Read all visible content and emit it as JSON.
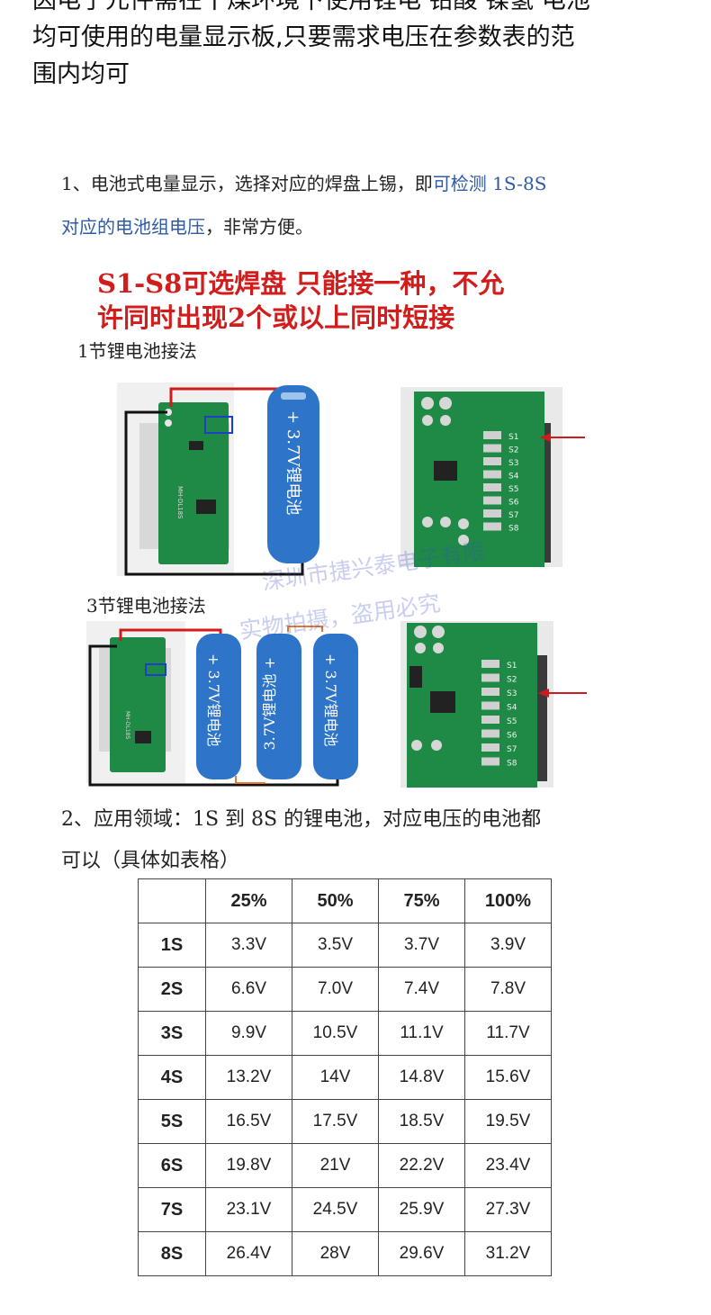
{
  "intro": {
    "line1": "因电子元件需在干燥环境下使用锂电 铅酸 镍氢 电池",
    "line2": "均可使用的电量显示板,只要需求电压在参数表的范",
    "line3": "围内均可"
  },
  "section1": {
    "text_a": "1、电池式电量显示，选择对应的焊盘上锡，即",
    "text_b": "可检测 1S-8S",
    "text_c": "对应的电池组电压",
    "text_d": "，非常方便。"
  },
  "warning": {
    "line1": "S1-S8可选焊盘 只能接一种，不允",
    "line2": "许同时出现2个或以上同时短接"
  },
  "diagram1": {
    "caption": "1节锂电池接法",
    "board_label": "MH-DL18S",
    "battery_label": "3.7V锂电池",
    "pads": [
      "S1",
      "S2",
      "S3",
      "S4",
      "S5",
      "S6",
      "S7",
      "S8"
    ]
  },
  "diagram2": {
    "caption": "3节锂电池接法",
    "board_label": "MH-DL18S",
    "battery_label": "3.7V锂电池",
    "pads": [
      "S1",
      "S2",
      "S3",
      "S4",
      "S5",
      "S6",
      "S7",
      "S8"
    ]
  },
  "watermark": {
    "line1": "深圳市捷兴泰电子有限",
    "line2": "实物拍摄，盗用必究"
  },
  "section2": {
    "line1": "2、应用领域：1S 到 8S 的锂电池，对应电压的电池都",
    "line2": "可以（具体如表格）"
  },
  "table": {
    "headers": [
      "",
      "25%",
      "50%",
      "75%",
      "100%"
    ],
    "rows": [
      {
        "label": "1S",
        "values": [
          "3.3V",
          "3.5V",
          "3.7V",
          "3.9V"
        ]
      },
      {
        "label": "2S",
        "values": [
          "6.6V",
          "7.0V",
          "7.4V",
          "7.8V"
        ]
      },
      {
        "label": "3S",
        "values": [
          "9.9V",
          "10.5V",
          "11.1V",
          "11.7V"
        ]
      },
      {
        "label": "4S",
        "values": [
          "13.2V",
          "14V",
          "14.8V",
          "15.6V"
        ]
      },
      {
        "label": "5S",
        "values": [
          "16.5V",
          "17.5V",
          "18.5V",
          "19.5V"
        ]
      },
      {
        "label": "6S",
        "values": [
          "19.8V",
          "21V",
          "22.2V",
          "23.4V"
        ]
      },
      {
        "label": "7S",
        "values": [
          "23.1V",
          "24.5V",
          "25.9V",
          "27.3V"
        ]
      },
      {
        "label": "8S",
        "values": [
          "26.4V",
          "28V",
          "29.6V",
          "31.2V"
        ]
      }
    ]
  },
  "colors": {
    "pcb": "#1e8a45",
    "battery": "#2e74c9",
    "wire_red": "#d11b1b",
    "accent_red": "#d21d1d",
    "link_blue": "#2f5aa6"
  }
}
